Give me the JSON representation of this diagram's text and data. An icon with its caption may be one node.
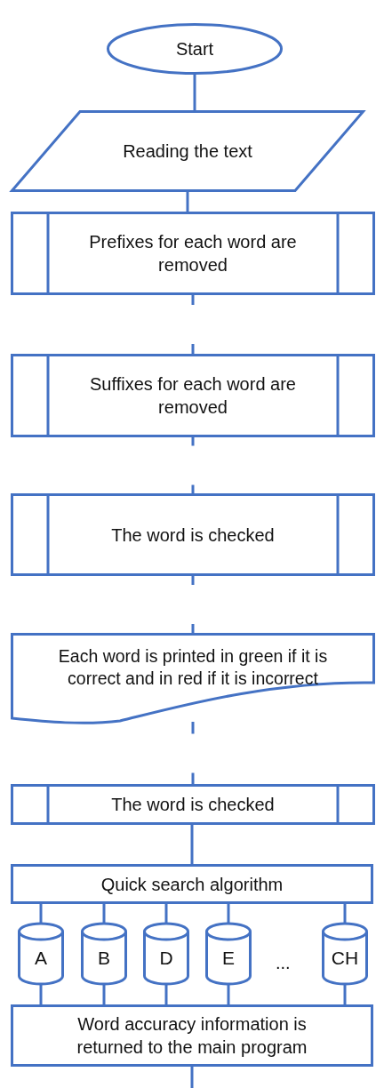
{
  "diagram": {
    "nodes": [
      {
        "text": [
          "Start"
        ]
      },
      {
        "text": [
          "Reading the text"
        ]
      },
      {
        "text": [
          "Prefixes for each word are removed"
        ]
      },
      {
        "text": [
          "Suffixes for each word are removed"
        ]
      },
      {
        "text": [
          "The word is checked"
        ]
      },
      {
        "text": [
          "Each word is printed in green if it is correct and in red if it is incorrect"
        ]
      },
      {
        "text": [
          "The word is checked"
        ]
      },
      {
        "text": [
          "Quick search algorithm"
        ]
      },
      {
        "text": [
          "A"
        ]
      },
      {
        "text": [
          "B"
        ]
      },
      {
        "text": [
          "D"
        ]
      },
      {
        "text": [
          "E"
        ]
      },
      {
        "text": [
          "CH"
        ]
      },
      {
        "text": [
          "Word accuracy information is returned to the main program"
        ]
      }
    ],
    "edges": [
      {
        "from": 0,
        "to": 1,
        "arrow": "none"
      },
      {
        "from": 1,
        "to": 2,
        "arrow": "none"
      },
      {
        "from": 2,
        "to": 3,
        "arrow": "none",
        "style": "dashed"
      },
      {
        "from": 3,
        "to": 4,
        "arrow": "none",
        "style": "dashed"
      },
      {
        "from": 4,
        "to": 5,
        "arrow": "none",
        "style": "dashed"
      },
      {
        "from": 5,
        "to": 6,
        "arrow": "none",
        "style": "dashed"
      },
      {
        "from": 6,
        "to": 7,
        "arrow": "none"
      },
      {
        "from": 7,
        "to": 8,
        "arrow": "none"
      },
      {
        "from": 7,
        "to": 9,
        "arrow": "none"
      },
      {
        "from": 7,
        "to": 10,
        "arrow": "none"
      },
      {
        "from": 7,
        "to": 11,
        "arrow": "none"
      },
      {
        "from": 7,
        "to": 12,
        "arrow": "none"
      },
      {
        "from": 8,
        "to": 13,
        "arrow": "none"
      },
      {
        "from": 9,
        "to": 13,
        "arrow": "none"
      },
      {
        "from": 10,
        "to": 13,
        "arrow": "none"
      },
      {
        "from": 11,
        "to": 13,
        "arrow": "none"
      },
      {
        "from": 12,
        "to": 13,
        "arrow": "none"
      },
      {
        "from": 13,
        "to": null,
        "arrow": "none"
      }
    ],
    "labels": [
      "..."
    ]
  }
}
